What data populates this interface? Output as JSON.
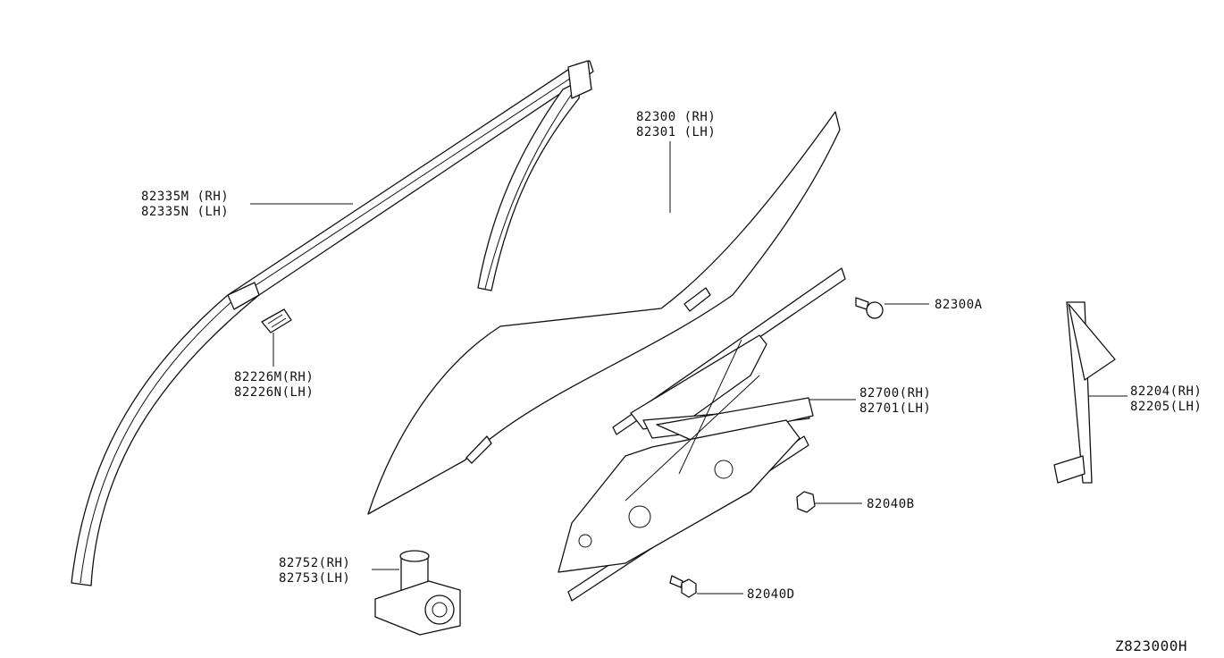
{
  "callouts": {
    "c1": [
      "82335M (RH)",
      "82335N (LH)"
    ],
    "c2": [
      "82226M(RH)",
      "82226N(LH)"
    ],
    "c3": [
      "82300 (RH)",
      "82301 (LH)"
    ],
    "c4": [
      "82300A"
    ],
    "c5": [
      "82700(RH)",
      "82701(LH)"
    ],
    "c6": [
      "82204(RH)",
      "82205(LH)"
    ],
    "c7": [
      "82040B"
    ],
    "c8": [
      "82752(RH)",
      "82753(LH)"
    ],
    "c9": [
      "82040D"
    ]
  },
  "drawing_code": "Z823000H"
}
